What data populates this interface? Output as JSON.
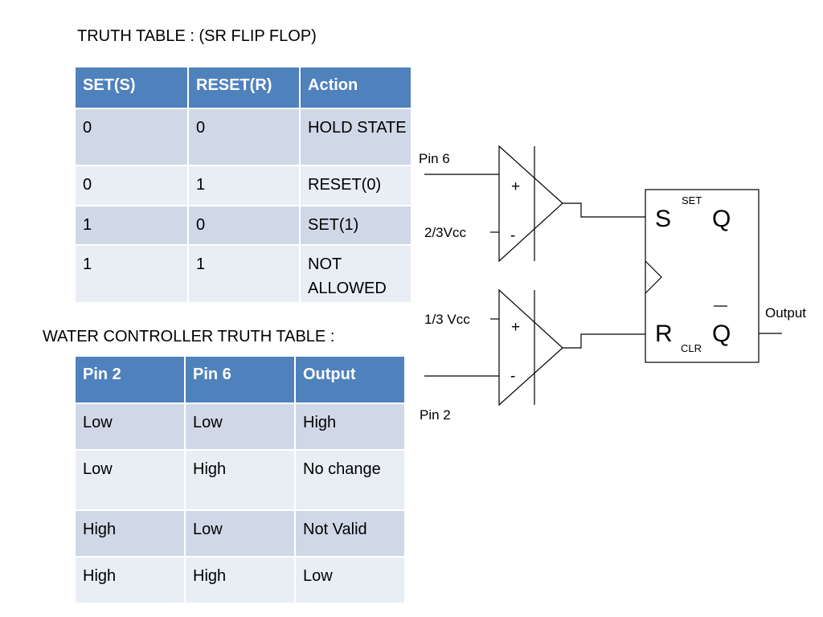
{
  "sr_table": {
    "title": "TRUTH TABLE : (SR FLIP FLOP)",
    "headers": [
      "SET(S)",
      "RESET(R)",
      "Action"
    ],
    "rows": [
      [
        "0",
        "0",
        "HOLD STATE"
      ],
      [
        "0",
        "1",
        "RESET(0)"
      ],
      [
        "1",
        "0",
        "SET(1)"
      ],
      [
        "1",
        "1",
        "NOT ALLOWED"
      ]
    ]
  },
  "wc_table": {
    "title": "WATER CONTROLLER TRUTH TABLE :",
    "headers": [
      "Pin 2",
      "Pin 6",
      "Output"
    ],
    "rows": [
      [
        "Low",
        "Low",
        "High"
      ],
      [
        "Low",
        "High",
        "No change"
      ],
      [
        "High",
        "Low",
        "Not Valid"
      ],
      [
        "High",
        "High",
        "Low"
      ]
    ]
  },
  "circuit": {
    "pin6_label": "Pin 6",
    "vcc_upper_label": "2/3Vcc",
    "vcc_lower_label": "1/3 Vcc",
    "pin2_label": "Pin 2",
    "plus_sign": "+",
    "minus_sign": "-",
    "s_label": "S",
    "set_label": "SET",
    "q_label": "Q",
    "r_label": "R",
    "clr_label": "CLR",
    "qbar_label": "Q",
    "output_label": "Output"
  },
  "colors": {
    "header_blue": "#4f81bd",
    "row_odd": "#d0d8e8",
    "row_even": "#e9edf4"
  }
}
